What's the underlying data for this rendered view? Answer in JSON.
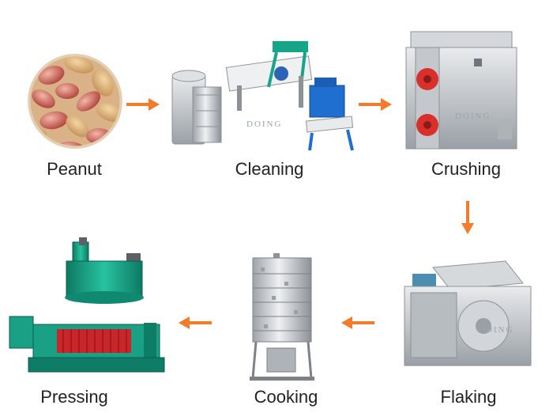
{
  "colors": {
    "arrow": "#f47b2a",
    "machine_gray": "#c9cccf",
    "machine_green": "#16a084",
    "machine_blue": "#1f6fd1",
    "machine_red": "#d9302c"
  },
  "steps": [
    {
      "label": "Peanut"
    },
    {
      "label": "Cleaning"
    },
    {
      "label": "Crushing"
    },
    {
      "label": "Flaking"
    },
    {
      "label": "Cooking"
    },
    {
      "label": "Pressing"
    }
  ],
  "watermark": "DOING"
}
